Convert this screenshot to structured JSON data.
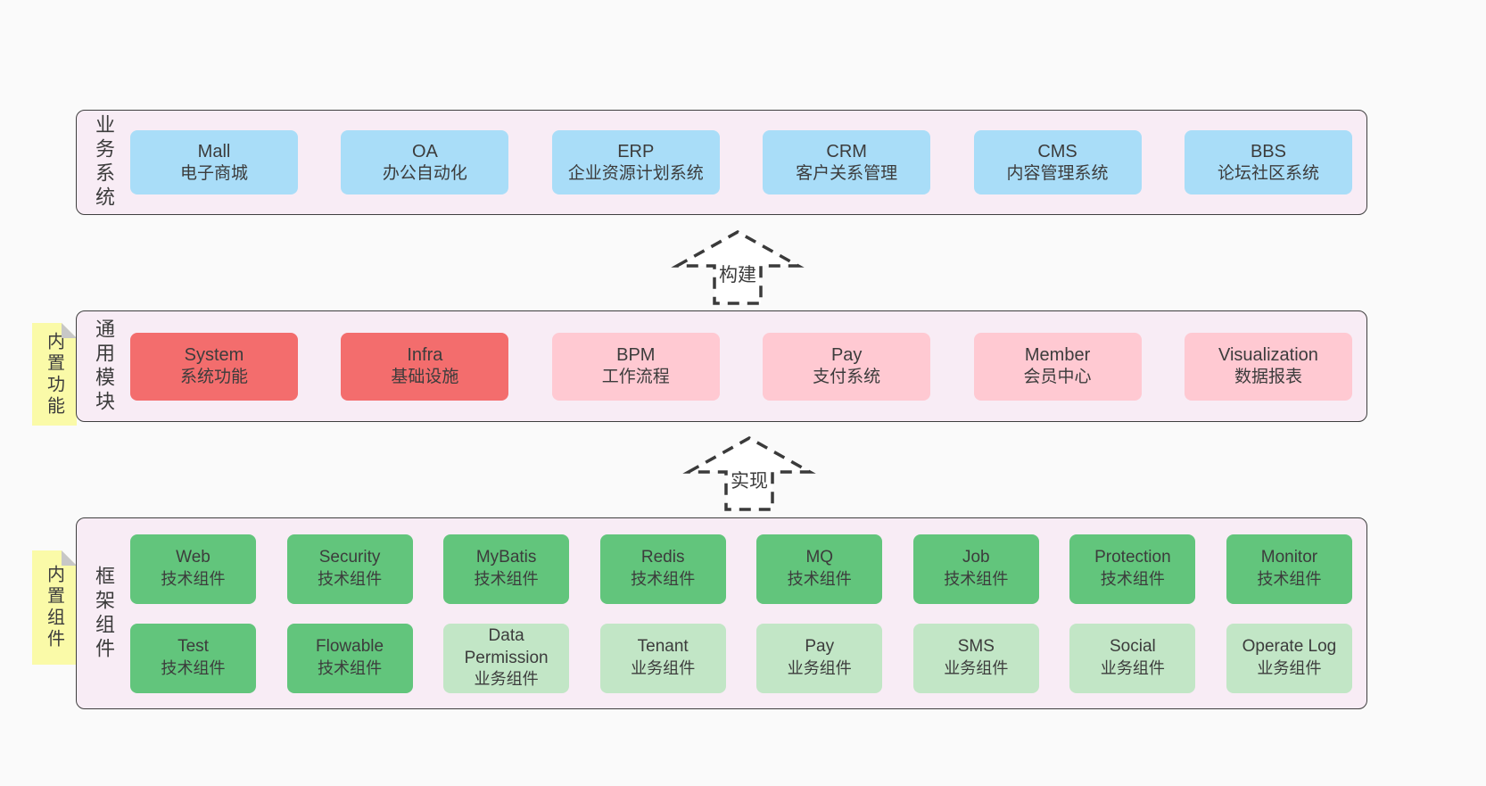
{
  "palette": {
    "page_bg": "#fafafa",
    "band_bg": "#f8ecf5",
    "band_border": "#3f3f3f",
    "blue": "#a9ddf8",
    "red": "#f36d6d",
    "pink": "#ffc9d2",
    "green": "#62c57c",
    "green_light": "#c2e6c6",
    "note_yellow": "#fafaa8",
    "note_fold_gray": "#c7c7c7",
    "arrow_stroke": "#3a3a3a",
    "text": "#3c3c3c"
  },
  "business_band": {
    "label": "业务系统",
    "boxes": [
      {
        "name": "Mall",
        "desc": "电子商城"
      },
      {
        "name": "OA",
        "desc": "办公自动化"
      },
      {
        "name": "ERP",
        "desc": "企业资源计划系统"
      },
      {
        "name": "CRM",
        "desc": "客户关系管理"
      },
      {
        "name": "CMS",
        "desc": "内容管理系统"
      },
      {
        "name": "BBS",
        "desc": "论坛社区系统"
      }
    ]
  },
  "arrows": {
    "build": "构建",
    "implement": "实现"
  },
  "module_band": {
    "label": "通用模块",
    "note": "内置功能",
    "boxes": [
      {
        "name": "System",
        "desc": "系统功能"
      },
      {
        "name": "Infra",
        "desc": "基础设施"
      },
      {
        "name": "BPM",
        "desc": "工作流程"
      },
      {
        "name": "Pay",
        "desc": "支付系统"
      },
      {
        "name": "Member",
        "desc": "会员中心"
      },
      {
        "name": "Visualization",
        "desc": "数据报表"
      }
    ]
  },
  "component_band": {
    "label": "框架组件",
    "note": "内置组件",
    "row1": [
      {
        "name": "Web",
        "desc": "技术组件"
      },
      {
        "name": "Security",
        "desc": "技术组件"
      },
      {
        "name": "MyBatis",
        "desc": "技术组件"
      },
      {
        "name": "Redis",
        "desc": "技术组件"
      },
      {
        "name": "MQ",
        "desc": "技术组件"
      },
      {
        "name": "Job",
        "desc": "技术组件"
      },
      {
        "name": "Protection",
        "desc": "技术组件"
      },
      {
        "name": "Monitor",
        "desc": "技术组件"
      }
    ],
    "row2": [
      {
        "name": "Test",
        "desc": "技术组件"
      },
      {
        "name": "Flowable",
        "desc": "技术组件"
      },
      {
        "name": "Data Permission",
        "desc": "业务组件"
      },
      {
        "name": "Tenant",
        "desc": "业务组件"
      },
      {
        "name": "Pay",
        "desc": "业务组件"
      },
      {
        "name": "SMS",
        "desc": "业务组件"
      },
      {
        "name": "Social",
        "desc": "业务组件"
      },
      {
        "name": "Operate Log",
        "desc": "业务组件"
      }
    ]
  }
}
